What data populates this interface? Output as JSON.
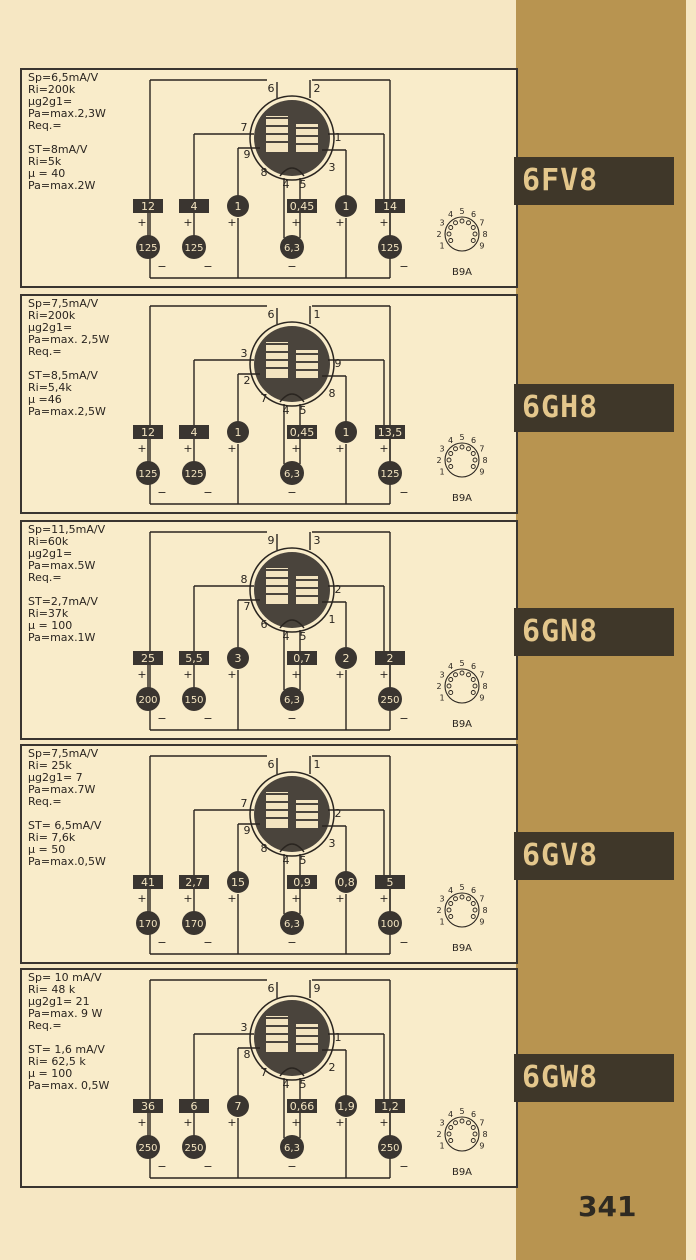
{
  "page_number": "341",
  "tubes": [
    {
      "code": "6FV8",
      "params_p": [
        "Sp=6,5mA/V",
        "Ri=200k",
        "µg2g1=",
        "Pa=max.2,3W",
        "Req.="
      ],
      "params_t": [
        "ST=8mA/V",
        "Ri=5k",
        "µ = 40",
        "Pa=max.2W"
      ],
      "pins_top": [
        "6",
        "2"
      ],
      "pins_left": [
        "7",
        "9",
        "8"
      ],
      "pins_right": [
        "1",
        "3"
      ],
      "pins_bottom": [
        "4",
        "5"
      ],
      "boxes": [
        "12",
        "4",
        "1",
        "0,45",
        "1",
        "14"
      ],
      "supplies": [
        "125",
        "125",
        "6,3",
        "125"
      ],
      "base": "B9A"
    },
    {
      "code": "6GH8",
      "params_p": [
        "Sp=7,5mA/V",
        "Ri=200k",
        "µg2g1=",
        "Pa=max. 2,5W",
        "Req.="
      ],
      "params_t": [
        "ST=8,5mA/V",
        "Ri=5,4k",
        "µ =46",
        "Pa=max.2,5W"
      ],
      "pins_top": [
        "6",
        "1"
      ],
      "pins_left": [
        "3",
        "2",
        "7"
      ],
      "pins_right": [
        "9",
        "8"
      ],
      "pins_bottom": [
        "4",
        "5"
      ],
      "boxes": [
        "12",
        "4",
        "1",
        "0,45",
        "1",
        "13,5"
      ],
      "supplies": [
        "125",
        "125",
        "6,3",
        "125"
      ],
      "base": "B9A"
    },
    {
      "code": "6GN8",
      "params_p": [
        "Sp=11,5mA/V",
        "Ri=60k",
        "µg2g1=",
        "Pa=max.5W",
        "Req.="
      ],
      "params_t": [
        "ST=2,7mA/V",
        "Ri=37k",
        "µ = 100",
        "Pa=max.1W"
      ],
      "pins_top": [
        "9",
        "3"
      ],
      "pins_left": [
        "8",
        "7",
        "6"
      ],
      "pins_right": [
        "2",
        "1"
      ],
      "pins_bottom": [
        "4",
        "5"
      ],
      "boxes": [
        "25",
        "5,5",
        "3",
        "0,7",
        "2",
        "2"
      ],
      "supplies": [
        "200",
        "150",
        "6,3",
        "250"
      ],
      "base": "B9A"
    },
    {
      "code": "6GV8",
      "params_p": [
        "Sp=7,5mA/V",
        "Ri= 25k",
        "µg2g1= 7",
        "Pa=max.7W",
        "Req.="
      ],
      "params_t": [
        "ST= 6,5mA/V",
        "Ri= 7,6k",
        "µ = 50",
        "Pa=max.0,5W"
      ],
      "pins_top": [
        "6",
        "1"
      ],
      "pins_left": [
        "7",
        "9",
        "8"
      ],
      "pins_right": [
        "2",
        "3"
      ],
      "pins_bottom": [
        "4",
        "5"
      ],
      "boxes": [
        "41",
        "2,7",
        "15",
        "0,9",
        "0,8",
        "5"
      ],
      "supplies": [
        "170",
        "170",
        "6,3",
        "100"
      ],
      "base": "B9A"
    },
    {
      "code": "6GW8",
      "params_p": [
        "Sp= 10 mA/V",
        "Ri= 48 k",
        "µg2g1= 21",
        "Pa=max. 9 W",
        "Req.="
      ],
      "params_t": [
        "ST= 1,6 mA/V",
        "Ri= 62,5 k",
        "µ = 100",
        "Pa=max. 0,5W"
      ],
      "pins_top": [
        "6",
        "9"
      ],
      "pins_left": [
        "3",
        "8",
        "7"
      ],
      "pins_right": [
        "1",
        "2"
      ],
      "pins_bottom": [
        "4",
        "5"
      ],
      "boxes": [
        "36",
        "6",
        "7",
        "0,66",
        "1,9",
        "1,2"
      ],
      "supplies": [
        "250",
        "250",
        "6,3",
        "250"
      ],
      "base": "B9A"
    }
  ],
  "socket_pins": [
    "1",
    "2",
    "3",
    "4",
    "5",
    "6",
    "7",
    "8",
    "9"
  ],
  "colors": {
    "paper": "#f6e7c3",
    "sidebar": "#b89450",
    "tab": "#3f3729",
    "ink": "#2a2520"
  }
}
